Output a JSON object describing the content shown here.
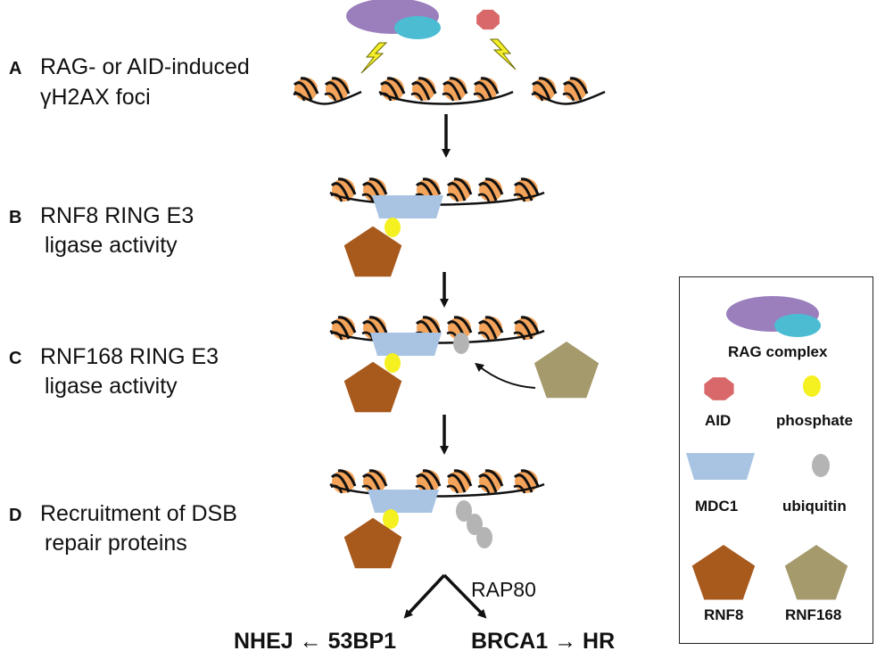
{
  "steps": [
    {
      "letter": "A",
      "line1": "RAG- or AID-induced",
      "line2": "γH2AX  foci"
    },
    {
      "letter": "B",
      "line1": "RNF8 RING E3",
      "line2": "ligase activity"
    },
    {
      "letter": "C",
      "line1": "RNF168 RING E3",
      "line2": "ligase activity"
    },
    {
      "letter": "D",
      "line1": "Recruitment of DSB",
      "line2": "repair proteins"
    }
  ],
  "branch": {
    "label": "RAP80",
    "left_outcome": "NHEJ ← 53BP1",
    "right_outcome": "BRCA1 → HR"
  },
  "legend": {
    "rag": "RAG complex",
    "aid": "AID",
    "phosphate": "phosphate",
    "mdc1": "MDC1",
    "ubiquitin": "ubiquitin",
    "rnf8": "RNF8",
    "rnf168": "RNF168"
  },
  "colors": {
    "rag_purple": "#9b7fbd",
    "rag_cyan": "#4bbcd2",
    "aid_red": "#d9686a",
    "nucleosome": "#f3a35a",
    "mdc1": "#a9c4e3",
    "phosphate": "#f5f020",
    "ubiquitin": "#b4b4b4",
    "rnf8": "#a8591c",
    "rnf168": "#a59a6c",
    "lightning": "#f4ee2a"
  }
}
